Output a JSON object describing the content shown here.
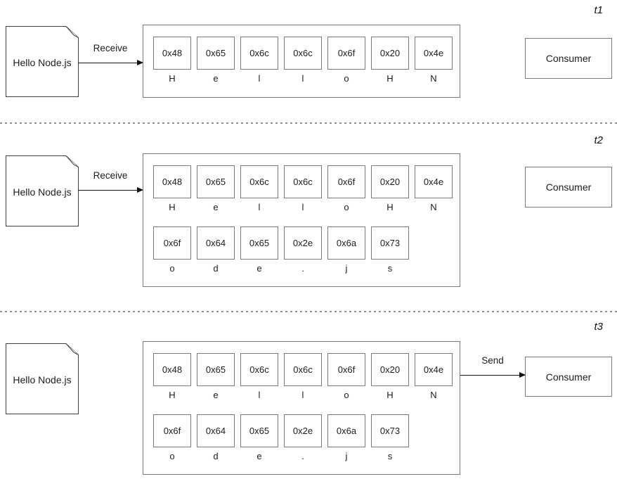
{
  "colors": {
    "background": "#ffffff",
    "box_border": "#7a7a7a",
    "document_border": "#404040",
    "arrow": "#111111",
    "text": "#1c1c1c",
    "separator": "#909090"
  },
  "sections": [
    {
      "time_label": "t1",
      "file_label": "Hello Node.js",
      "in_arrow_label": "Receive",
      "consumer_label": "Consumer",
      "byte_rows": [
        [
          {
            "hex": "0x48",
            "char": "H"
          },
          {
            "hex": "0x65",
            "char": "e"
          },
          {
            "hex": "0x6c",
            "char": "l"
          },
          {
            "hex": "0x6c",
            "char": "l"
          },
          {
            "hex": "0x6f",
            "char": "o"
          },
          {
            "hex": "0x20",
            "char": "H"
          },
          {
            "hex": "0x4e",
            "char": "N"
          }
        ]
      ]
    },
    {
      "time_label": "t2",
      "file_label": "Hello Node.js",
      "in_arrow_label": "Receive",
      "consumer_label": "Consumer",
      "byte_rows": [
        [
          {
            "hex": "0x48",
            "char": "H"
          },
          {
            "hex": "0x65",
            "char": "e"
          },
          {
            "hex": "0x6c",
            "char": "l"
          },
          {
            "hex": "0x6c",
            "char": "l"
          },
          {
            "hex": "0x6f",
            "char": "o"
          },
          {
            "hex": "0x20",
            "char": "H"
          },
          {
            "hex": "0x4e",
            "char": "N"
          }
        ],
        [
          {
            "hex": "0x6f",
            "char": "o"
          },
          {
            "hex": "0x64",
            "char": "d"
          },
          {
            "hex": "0x65",
            "char": "e"
          },
          {
            "hex": "0x2e",
            "char": "."
          },
          {
            "hex": "0x6a",
            "char": "j"
          },
          {
            "hex": "0x73",
            "char": "s"
          }
        ]
      ]
    },
    {
      "time_label": "t3",
      "file_label": "Hello Node.js",
      "out_arrow_label": "Send",
      "consumer_label": "Consumer",
      "byte_rows": [
        [
          {
            "hex": "0x48",
            "char": "H"
          },
          {
            "hex": "0x65",
            "char": "e"
          },
          {
            "hex": "0x6c",
            "char": "l"
          },
          {
            "hex": "0x6c",
            "char": "l"
          },
          {
            "hex": "0x6f",
            "char": "o"
          },
          {
            "hex": "0x20",
            "char": "H"
          },
          {
            "hex": "0x4e",
            "char": "N"
          }
        ],
        [
          {
            "hex": "0x6f",
            "char": "o"
          },
          {
            "hex": "0x64",
            "char": "d"
          },
          {
            "hex": "0x65",
            "char": "e"
          },
          {
            "hex": "0x2e",
            "char": "."
          },
          {
            "hex": "0x6a",
            "char": "j"
          },
          {
            "hex": "0x73",
            "char": "s"
          }
        ]
      ]
    }
  ]
}
